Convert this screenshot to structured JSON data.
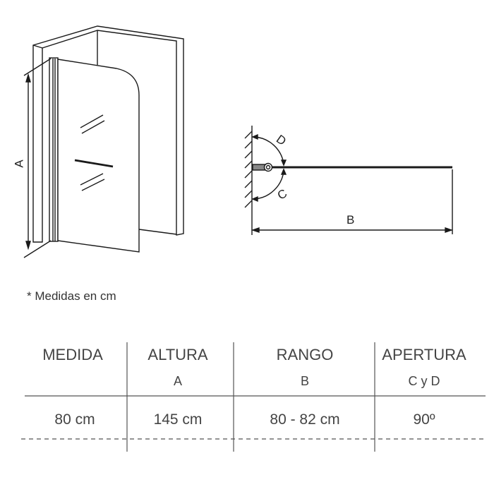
{
  "diagram": {
    "dimension_labels": {
      "height": "A",
      "width": "B",
      "opening_close": "C",
      "opening_open": "D"
    }
  },
  "footnote": "* Medidas en cm",
  "table": {
    "headers": [
      {
        "label": "MEDIDA",
        "sub": ""
      },
      {
        "label": "ALTURA",
        "sub": "A"
      },
      {
        "label": "RANGO",
        "sub": "B"
      },
      {
        "label": "APERTURA",
        "sub": "C y D"
      }
    ],
    "rows": [
      [
        "80 cm",
        "145 cm",
        "80 - 82 cm",
        "90º"
      ]
    ]
  }
}
